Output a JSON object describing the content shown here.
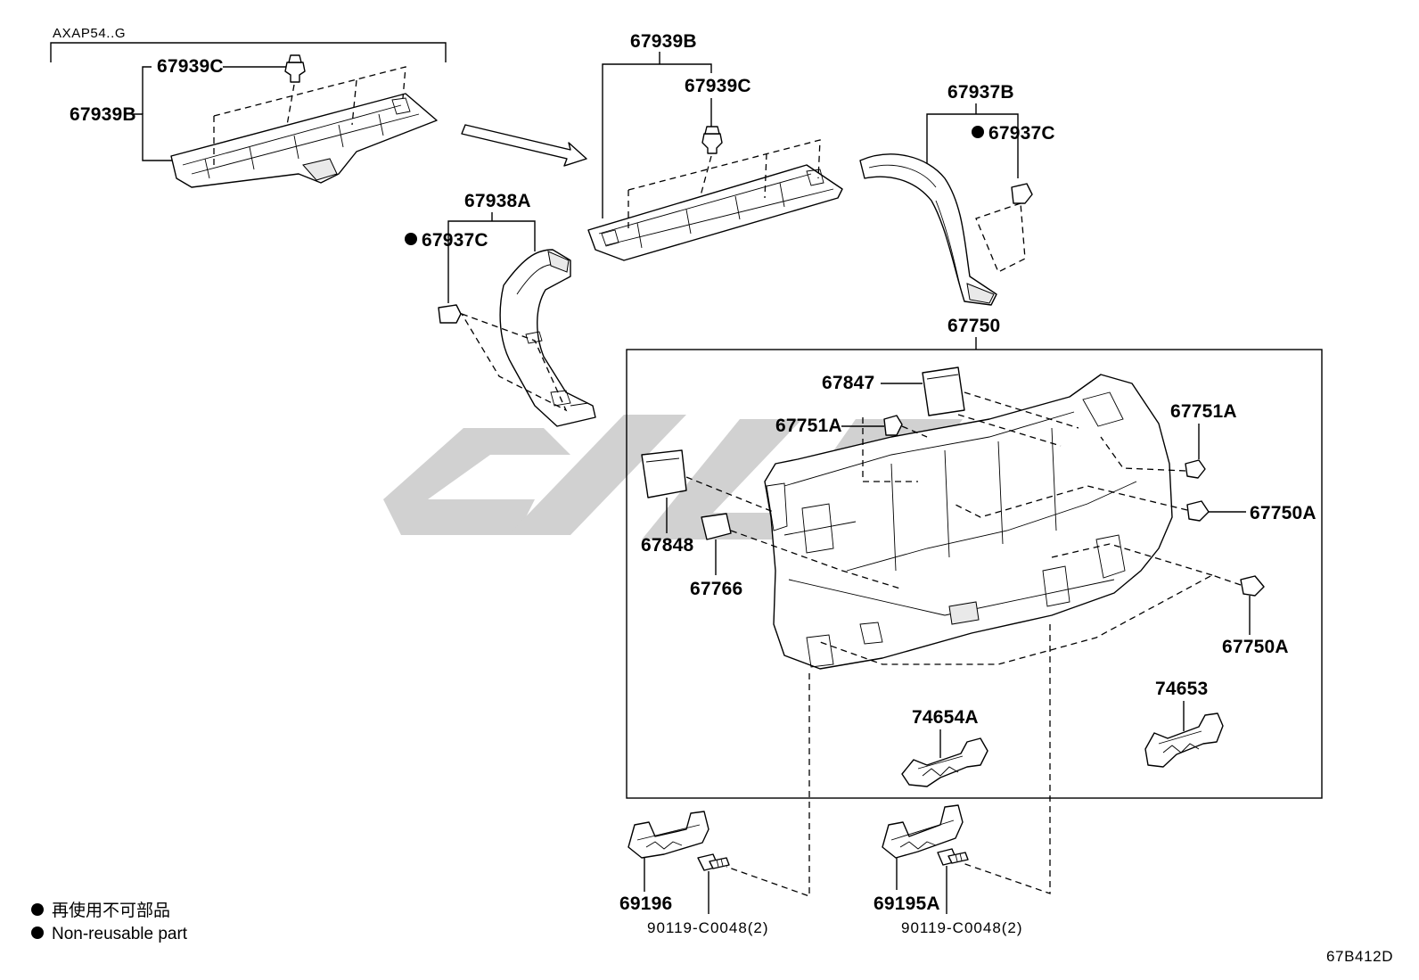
{
  "diagram": {
    "model_code": "AXAP54..G",
    "ref_code": "67B412D",
    "parts": {
      "p_67939C_top": "67939C",
      "p_67939B_top": "67939B",
      "p_67939B_mid": "67939B",
      "p_67939C_mid": "67939C",
      "p_67938A": "67938A",
      "p_67937C_left": "67937C",
      "p_67937B": "67937B",
      "p_67937C_right": "67937C",
      "p_67750": "67750",
      "p_67847": "67847",
      "p_67751A_left": "67751A",
      "p_67751A_right": "67751A",
      "p_67750A_upper": "67750A",
      "p_67750A_lower": "67750A",
      "p_67848": "67848",
      "p_67766": "67766",
      "p_74654A": "74654A",
      "p_74653": "74653",
      "p_69196": "69196",
      "p_69195A": "69195A",
      "p_90119_left": "90119-C0048(2)",
      "p_90119_right": "90119-C0048(2)"
    },
    "legend": {
      "line_ja": "再使用不可部品",
      "line_en": "Non-reusable part"
    }
  }
}
